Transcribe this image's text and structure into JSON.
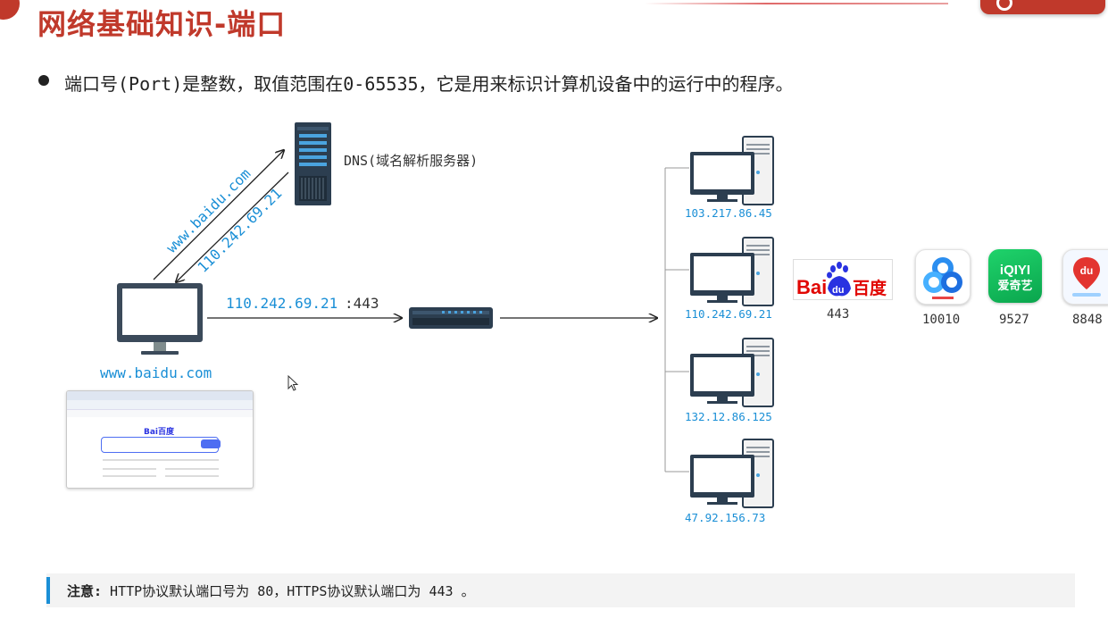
{
  "page": {
    "title": "网络基础知识-端口",
    "bullet": "端口号(Port)是整数，取值范围在0-65535，它是用来标识计算机设备中的运行中的程序。"
  },
  "diagram": {
    "dns_label": "DNS(域名解析服务器)",
    "query_label": "www.baidu.com",
    "response_label": "110.242.69.21",
    "request_ip": "110.242.69.21",
    "request_port": ":443",
    "client_domain": "www.baidu.com",
    "servers": [
      {
        "ip": "103.217.86.45"
      },
      {
        "ip": "110.242.69.21"
      },
      {
        "ip": "132.12.86.125"
      },
      {
        "ip": "47.92.156.73"
      }
    ],
    "apps": [
      {
        "name": "baidu",
        "port": "443",
        "icon": "baidu-logo-icon"
      },
      {
        "name": "baidu-netdisk",
        "port": "10010",
        "icon": "cloud-icon"
      },
      {
        "name": "iqiyi",
        "port": "9527",
        "icon": "iqiyi-icon"
      },
      {
        "name": "baidu-map",
        "port": "8848",
        "icon": "map-pin-icon"
      }
    ],
    "logo_text": {
      "baidu_a": "Bai",
      "baidu_du": "du",
      "baidu_cn": "百度",
      "iqiyi_en": "iQIYI",
      "iqiyi_cn": "爱奇艺",
      "map_du": "du"
    },
    "mini_browser": {
      "logo": "Bai百度"
    }
  },
  "note": {
    "label": "注意:",
    "text": " HTTP协议默认端口号为 80，HTTPS协议默认端口为 443 。"
  },
  "colors": {
    "title": "#c0392b",
    "ip_blue": "#1a8fd6",
    "accent_blue": "#1a8fd6"
  }
}
